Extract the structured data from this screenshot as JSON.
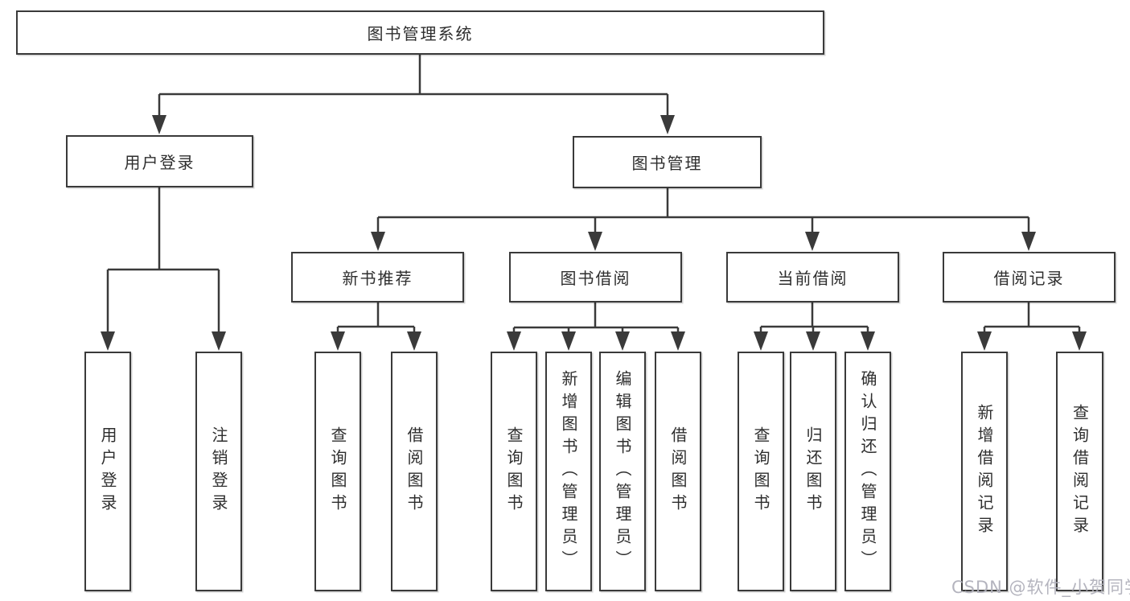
{
  "diagram": {
    "type": "hierarchy-diagram",
    "language": "zh-CN",
    "colors": {
      "line": "#3a3a3a",
      "box_border": "#3a3a3a",
      "box_fill": "#ffffff",
      "text": "#2e2e2e",
      "watermark": "#b0b0ba",
      "background": "#ffffff"
    },
    "tree": {
      "root": {
        "label": "图书管理系统",
        "children": [
          {
            "label": "用户登录",
            "children": [
              {
                "label": "用户登录"
              },
              {
                "label": "注销登录"
              }
            ]
          },
          {
            "label": "图书管理",
            "children": [
              {
                "label": "新书推荐",
                "children": [
                  {
                    "label": "查询图书"
                  },
                  {
                    "label": "借阅图书"
                  }
                ]
              },
              {
                "label": "图书借阅",
                "children": [
                  {
                    "label": "查询图书"
                  },
                  {
                    "label": "新增图书（管理员）"
                  },
                  {
                    "label": "编辑图书（管理员）"
                  },
                  {
                    "label": "借阅图书"
                  }
                ]
              },
              {
                "label": "当前借阅",
                "children": [
                  {
                    "label": "查询图书"
                  },
                  {
                    "label": "归还图书"
                  },
                  {
                    "label": "确认归还（管理员）"
                  }
                ]
              },
              {
                "label": "借阅记录",
                "children": [
                  {
                    "label": "新增借阅记录"
                  },
                  {
                    "label": "查询借阅记录"
                  }
                ]
              }
            ]
          }
        ]
      }
    },
    "watermark": {
      "text": "CSDN @软件_小贺同学"
    }
  }
}
